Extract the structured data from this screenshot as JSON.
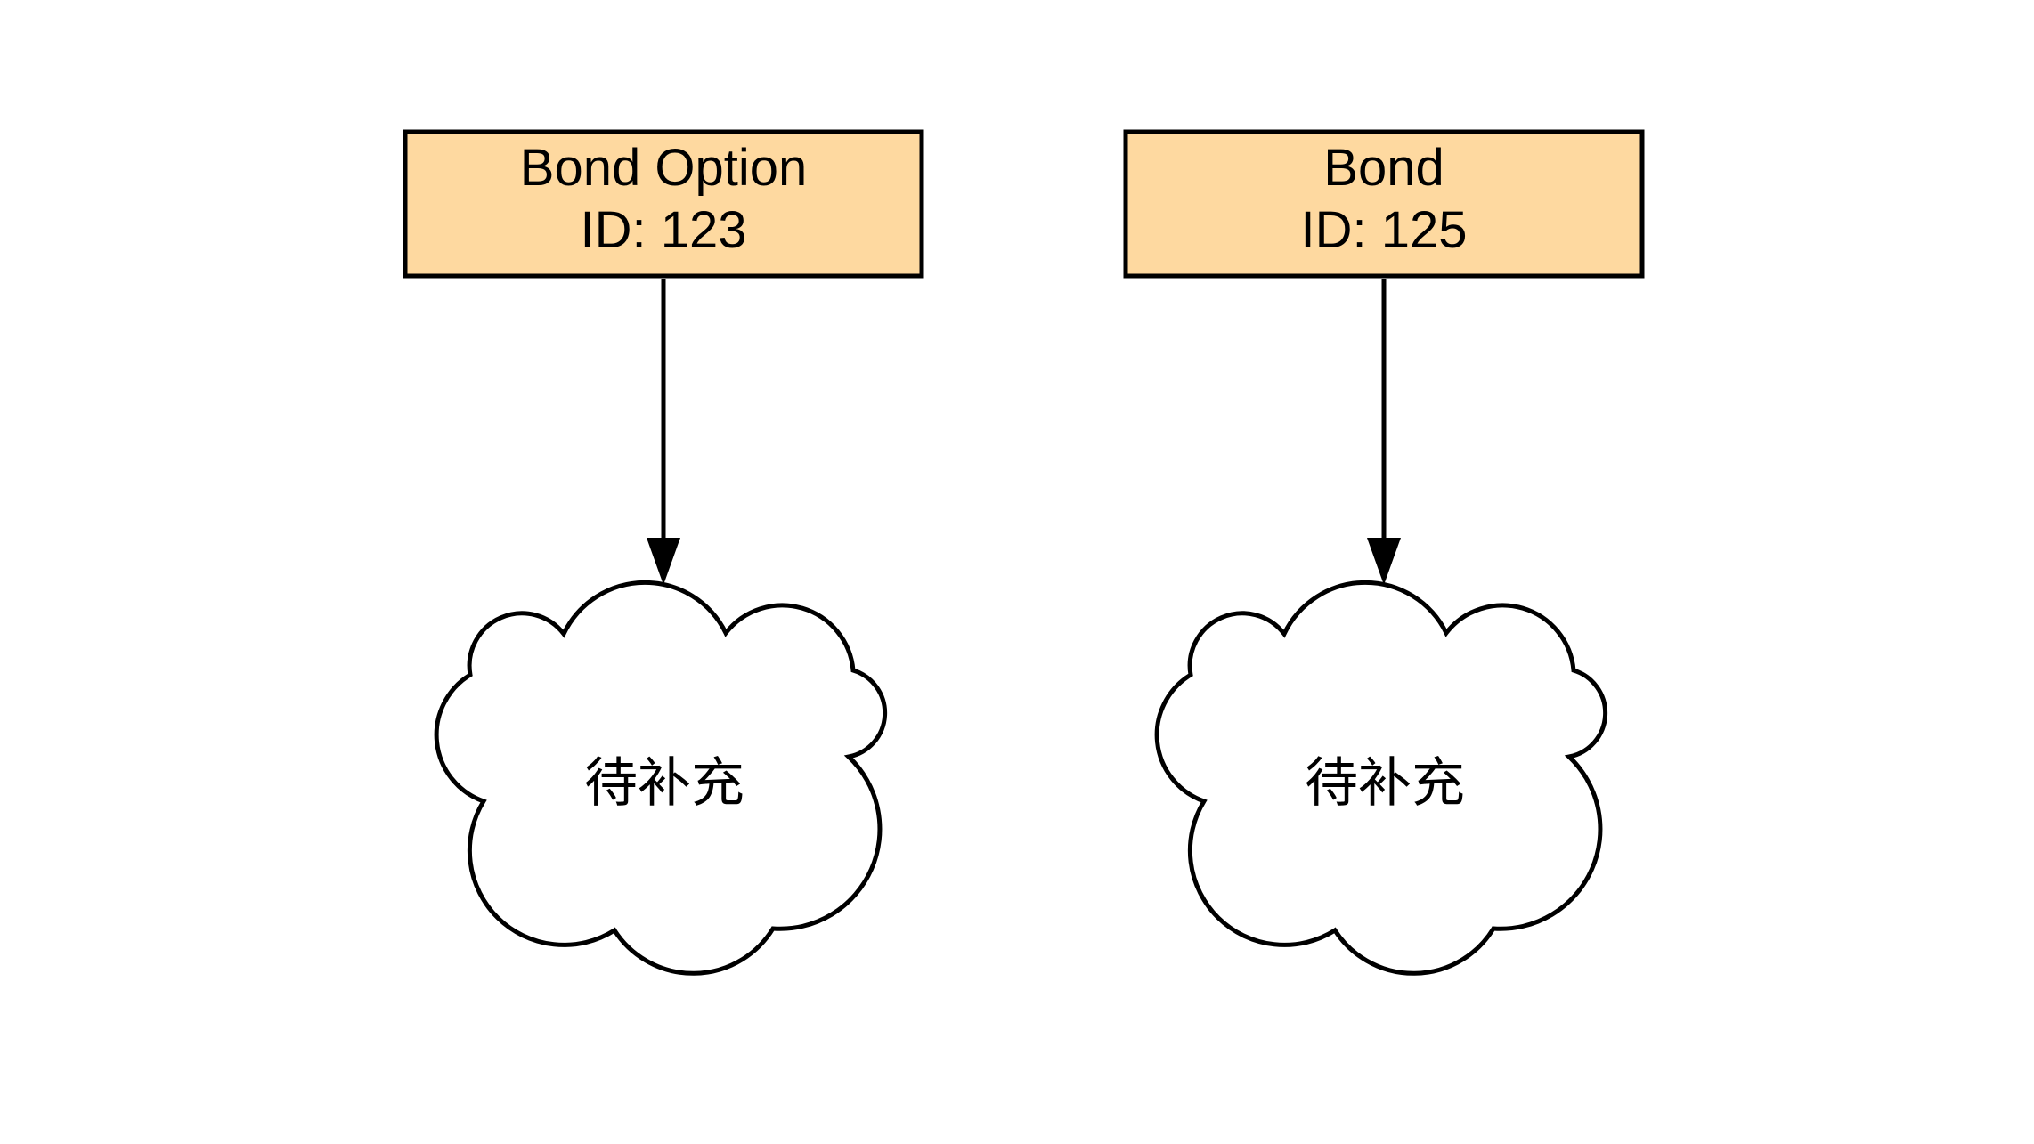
{
  "diagram": {
    "background": "#ffffff",
    "node_fill": "#FED9A0",
    "node_stroke": "#000000",
    "connector_color": "#000000",
    "cloud_fill": "#ffffff",
    "cloud_stroke": "#000000",
    "nodes": [
      {
        "title": "Bond Option",
        "subtitle": "ID: 123",
        "cloud_label": "待补充"
      },
      {
        "title": "Bond",
        "subtitle": "ID: 125",
        "cloud_label": "待补充"
      }
    ]
  }
}
